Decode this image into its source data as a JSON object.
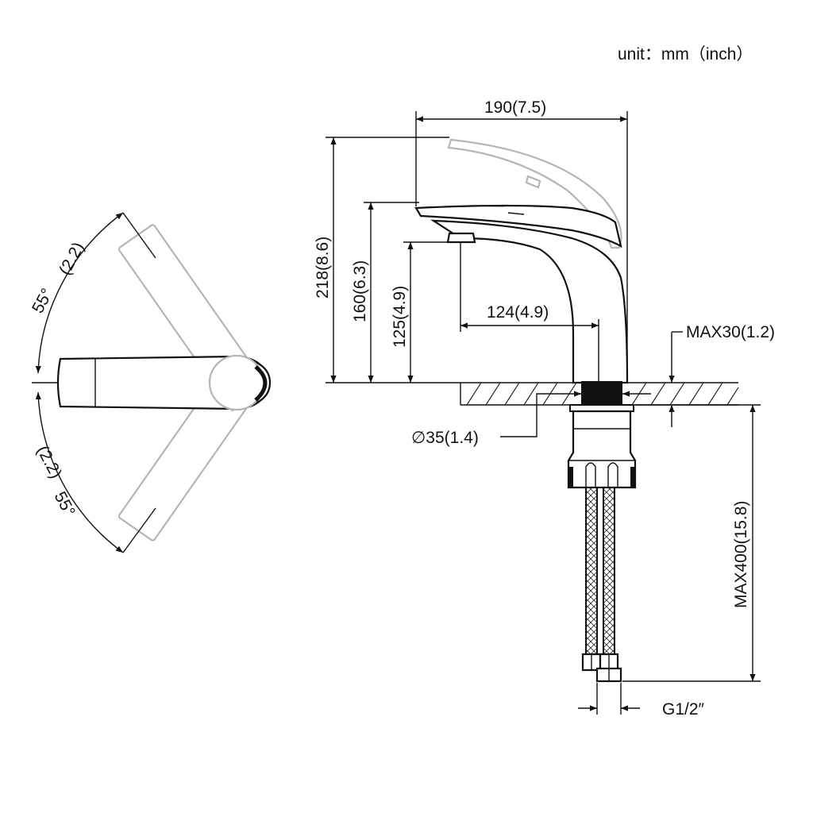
{
  "unit_label": "unit：mm（inch）",
  "side_view": {
    "dimensions": {
      "spout_reach_total": "190(7.5)",
      "height_total": "218(8.6)",
      "height_spout_top": "160(6.3)",
      "height_outlet": "125(4.9)",
      "outlet_reach": "124(4.9)",
      "deck_thickness_max": "MAX30(1.2)",
      "hole_diameter": "∅35(1.4)",
      "hose_length_max": "MAX400(15.8)",
      "thread_size": "G1/2″"
    }
  },
  "top_view": {
    "angle_upper_deg": "55°",
    "angle_upper_in": "(2.2)",
    "angle_lower_deg": "55°",
    "angle_lower_in": "(2.2)"
  },
  "colors": {
    "line": "#111111",
    "ghost": "#b5b5b5",
    "background": "#ffffff"
  }
}
